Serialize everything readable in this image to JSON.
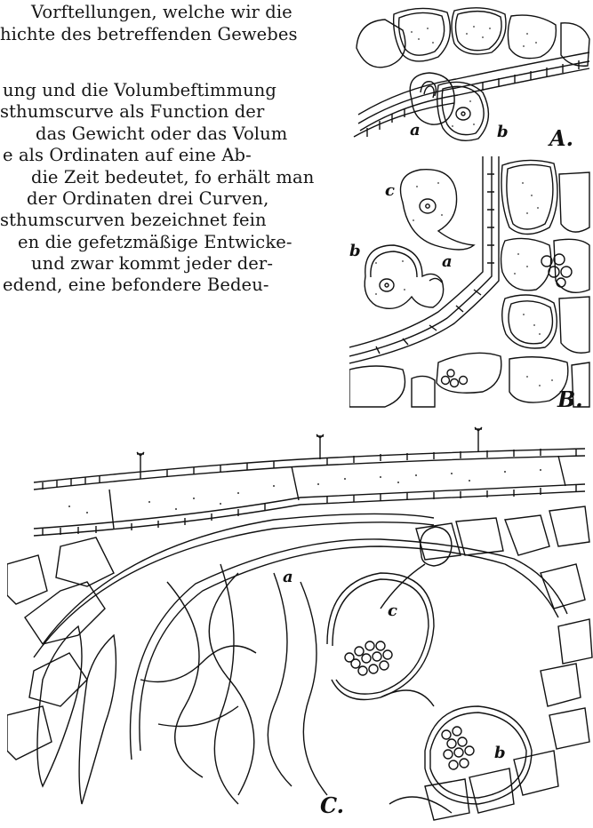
{
  "paragraph_lines": [
    "Vorftellungen, welche wir die",
    "hichte des betreffenden Gewebes",
    "ung und die Volumbeftimmung",
    "sthumscurve als Function der",
    "das Gewicht oder das Volum",
    "e als Ordinaten auf eine Ab-",
    "die Zeit bedeutet, fo erhält man",
    "der Ordinaten drei Curven,",
    "sthumscurven bezeichnet fein",
    "en die gefetzmäßige Entwicke-",
    "und zwar kommt jeder der-",
    "edend, eine befondere Bedeu-"
  ],
  "figures": {
    "A": {
      "label": "A.",
      "letters": [
        "a",
        "b"
      ]
    },
    "B": {
      "label": "B.",
      "letters": [
        "c",
        "b",
        "a"
      ]
    },
    "C": {
      "label": "C.",
      "letters": [
        "a",
        "c",
        "b"
      ]
    }
  }
}
